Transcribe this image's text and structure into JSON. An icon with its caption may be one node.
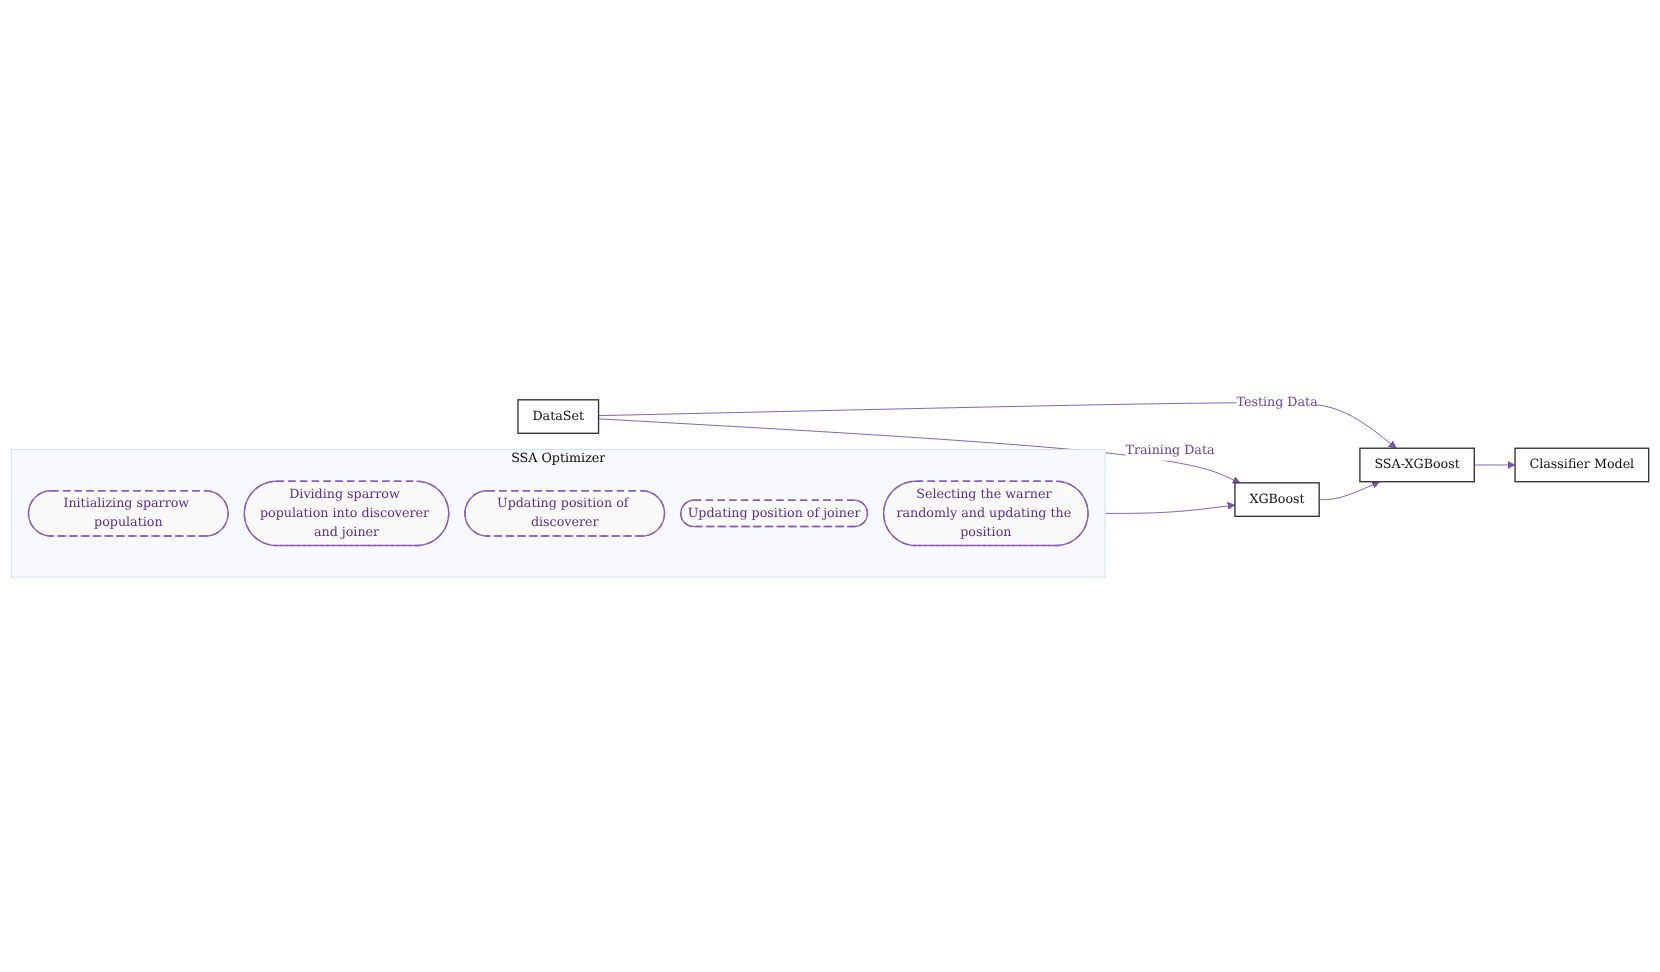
{
  "diagram": {
    "nodes": [
      {
        "text": [
          "DataSet"
        ]
      },
      {
        "text": [
          "XGBoost"
        ]
      },
      {
        "text": [
          "SSA-XGBoost"
        ]
      },
      {
        "text": [
          "Classifier Model"
        ]
      },
      {
        "text": [
          "SSA Optimizer"
        ]
      },
      {
        "text": [
          "Initializing sparrow population"
        ],
        "in": 4
      },
      {
        "text": [
          "Dividing sparrow population into discoverer and joiner"
        ],
        "in": 4
      },
      {
        "text": [
          "Updating position of discoverer"
        ],
        "in": 4
      },
      {
        "text": [
          "Updating position of joiner"
        ],
        "in": 4
      },
      {
        "text": [
          "Selecting the warner randomly and updating the position"
        ],
        "in": 4
      }
    ],
    "edges": [
      {
        "from": 0,
        "to": 1,
        "arrow": "to",
        "label": "Training Data"
      },
      {
        "from": 0,
        "to": 2,
        "arrow": "to",
        "label": "Testing Data"
      },
      {
        "from": 1,
        "to": 2,
        "arrow": "to"
      },
      {
        "from": 2,
        "to": 3,
        "arrow": "to"
      },
      {
        "from": 4,
        "to": 1,
        "arrow": "to"
      }
    ]
  }
}
